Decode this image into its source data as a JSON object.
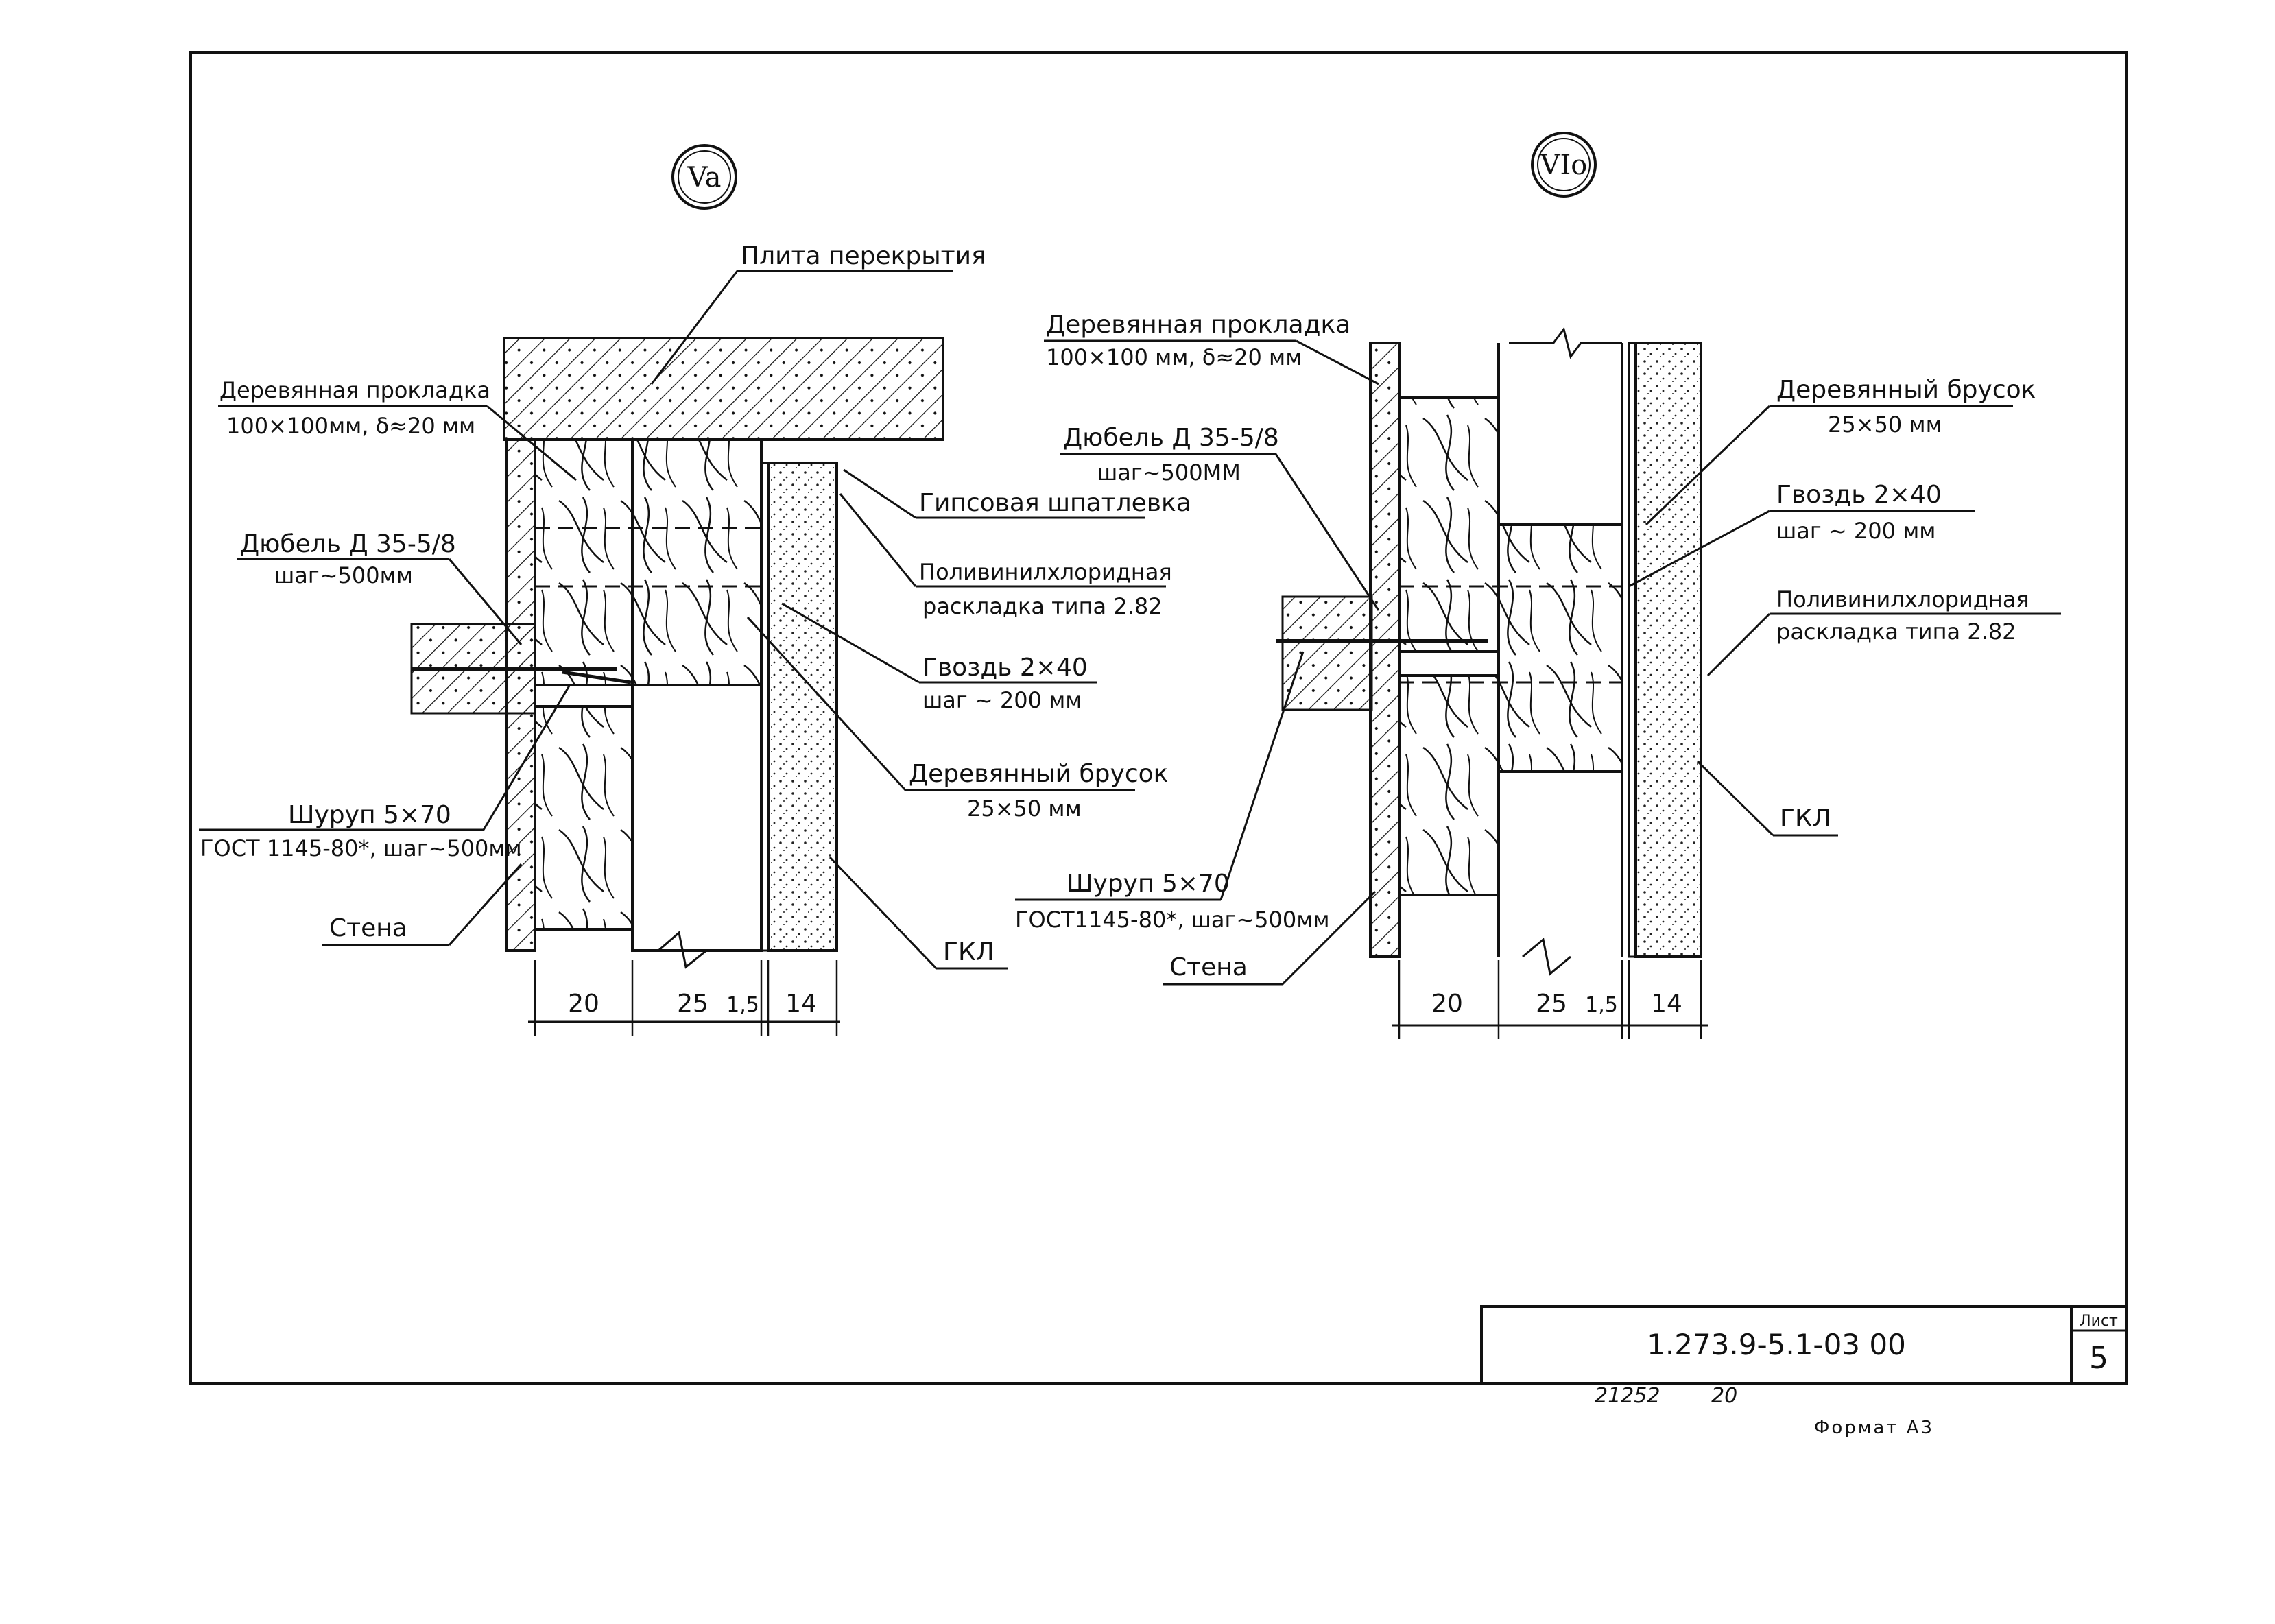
{
  "sheet": {
    "doc_code": "1.273.9-5.1-03 00",
    "sheet_label": "Лист",
    "sheet_number": "5",
    "inv_number": "21252",
    "inv_suffix": "20",
    "format_label": "Формат А3"
  },
  "left": {
    "mark": "Va",
    "labels": {
      "slab": "Плита перекрытия",
      "pad_l1": "Деревянная прокладка",
      "pad_l2": "100×100мм, δ≈20 мм",
      "dowel_l1": "Дюбель Д 35-5/8",
      "dowel_l2": "шаг~500мм",
      "screw_l1": "Шуруп 5×70",
      "screw_l2": "ГОСТ 1145-80*, шаг~500мм",
      "wall": "Стена",
      "putty": "Гипсовая шпатлевка",
      "pvc_l1": "Поливинилхлоридная",
      "pvc_l2": "раскладка типа 2.82",
      "nail_l1": "Гвоздь 2×40",
      "nail_l2": "шаг ~ 200 мм",
      "bar_l1": "Деревянный брусок",
      "bar_l2": "25×50 мм",
      "gkl": "ГКЛ"
    },
    "dims": [
      "20",
      "25",
      "1,5",
      "14"
    ]
  },
  "right": {
    "mark": "VIо",
    "labels": {
      "pad_l1": "Деревянная прокладка",
      "pad_l2": "100×100 мм, δ≈20 мм",
      "dowel_l1": "Дюбель Д 35-5/8",
      "dowel_l2": "шаг~500ММ",
      "screw_l1": "Шуруп 5×70",
      "screw_l2": "ГОСТ1145-80*, шаг~500мм",
      "wall": "Стена",
      "bar_l1": "Деревянный брусок",
      "bar_l2": "25×50 мм",
      "nail_l1": "Гвоздь 2×40",
      "nail_l2": "шаг ~ 200 мм",
      "pvc_l1": "Поливинилхлоридная",
      "pvc_l2": "раскладка типа 2.82",
      "gkl": "ГКЛ"
    },
    "dims": [
      "20",
      "25",
      "1,5",
      "14"
    ]
  }
}
